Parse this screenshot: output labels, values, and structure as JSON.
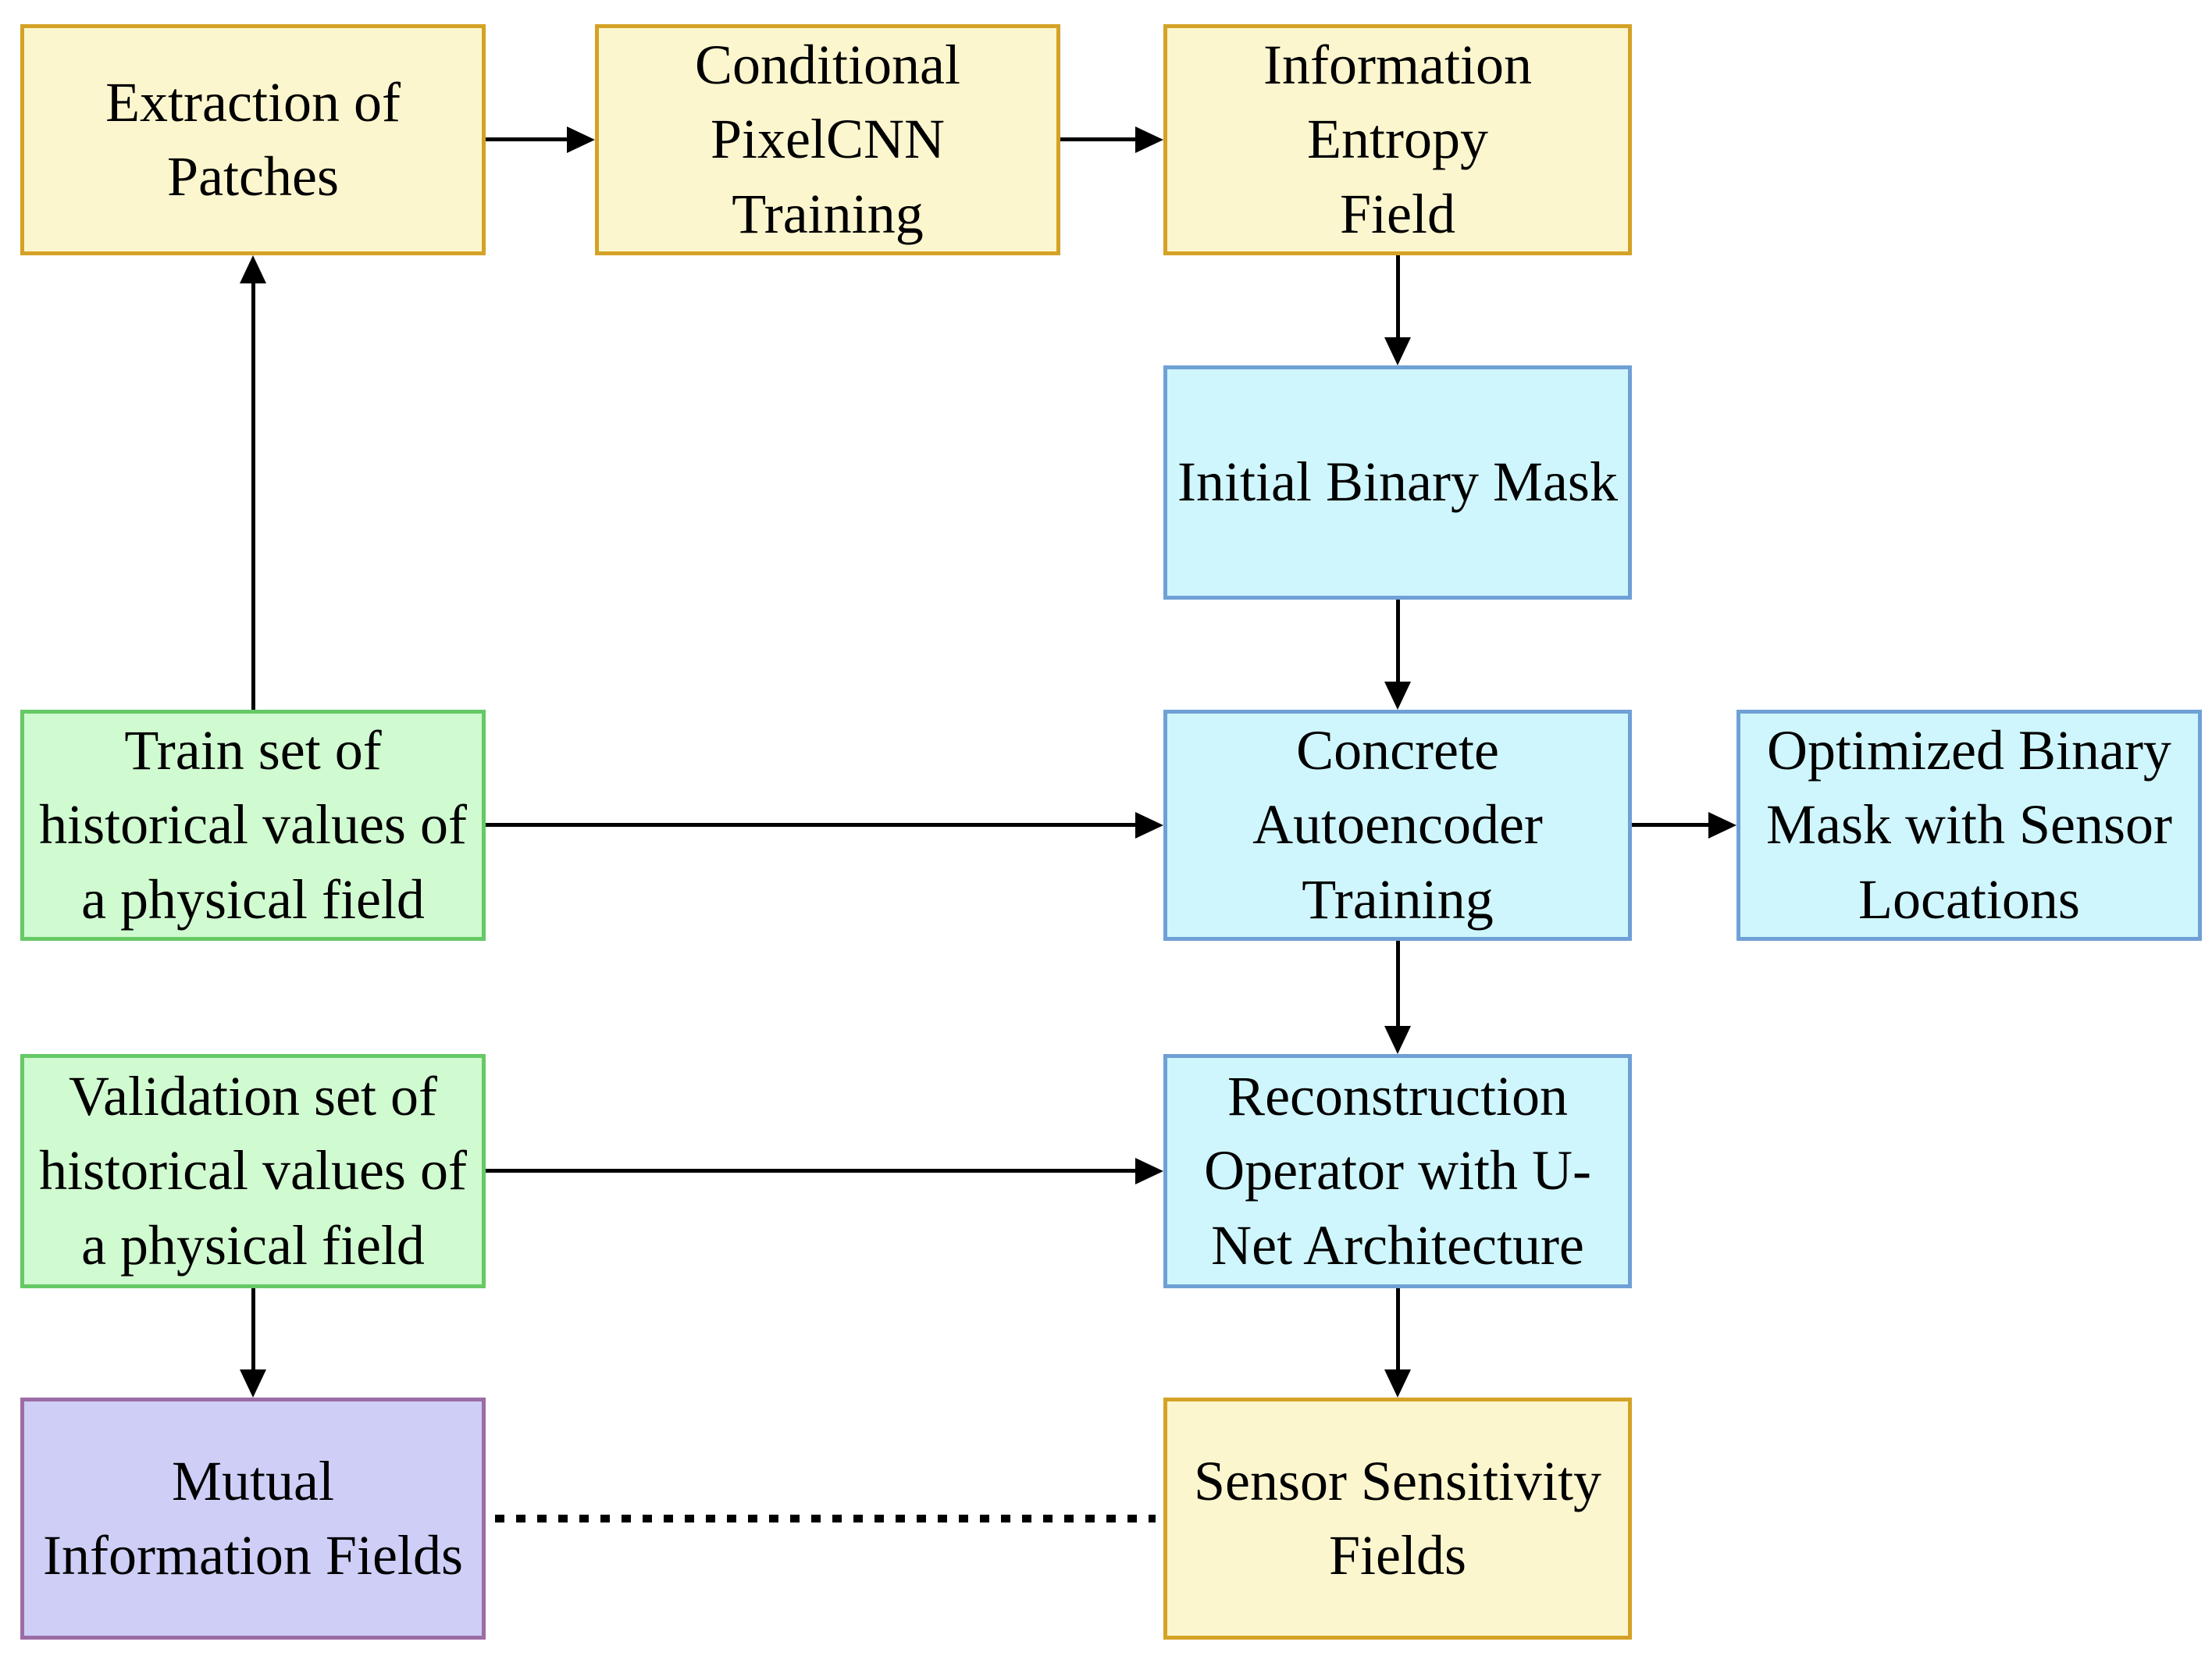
{
  "diagram_title": "",
  "palette": {
    "yellow_fill": "#FCF6CE",
    "yellow_border": "#D4A226",
    "cyan_fill": "#CFF6FC",
    "cyan_border": "#6FA0D6",
    "green_fill": "#D0FAD0",
    "green_border": "#66C966",
    "purple_fill": "#CECEF6",
    "purple_border": "#9B6CA6",
    "line_color": "#000000",
    "background": "#FFFFFF",
    "text_color": "#000000"
  },
  "nodes": {
    "extraction": {
      "label": "Extraction of\nPatches",
      "color": "yellow"
    },
    "pixelcnn": {
      "label": "Conditional\nPixelCNN\nTraining",
      "color": "yellow"
    },
    "entropy": {
      "label": "Information\nEntropy\nField",
      "color": "yellow"
    },
    "initial_mask": {
      "label": "Initial Binary Mask",
      "color": "cyan"
    },
    "train_set": {
      "label": "Train set of\nhistorical values of\na physical field",
      "color": "green"
    },
    "concrete": {
      "label": "Concrete\nAutoencoder\nTraining",
      "color": "cyan"
    },
    "optimized_mask": {
      "label": "Optimized Binary\nMask with Sensor\nLocations",
      "color": "cyan"
    },
    "validation_set": {
      "label": "Validation set of\nhistorical values of\na physical field",
      "color": "green"
    },
    "reconstruction": {
      "label": "Reconstruction\nOperator with U-\nNet Architecture",
      "color": "cyan"
    },
    "mutual_info": {
      "label": "Mutual\nInformation Fields",
      "color": "purple"
    },
    "sensor_sensitivity": {
      "label": "Sensor Sensitivity\nFields",
      "color": "yellow"
    }
  },
  "edges": [
    {
      "from": "extraction",
      "to": "pixelcnn",
      "style": "solid-arrow"
    },
    {
      "from": "pixelcnn",
      "to": "entropy",
      "style": "solid-arrow"
    },
    {
      "from": "entropy",
      "to": "initial_mask",
      "style": "solid-arrow"
    },
    {
      "from": "initial_mask",
      "to": "concrete",
      "style": "solid-arrow"
    },
    {
      "from": "train_set",
      "to": "extraction",
      "style": "solid-arrow"
    },
    {
      "from": "train_set",
      "to": "concrete",
      "style": "solid-arrow"
    },
    {
      "from": "concrete",
      "to": "optimized_mask",
      "style": "solid-arrow"
    },
    {
      "from": "concrete",
      "to": "reconstruction",
      "style": "solid-arrow"
    },
    {
      "from": "validation_set",
      "to": "reconstruction",
      "style": "solid-arrow"
    },
    {
      "from": "validation_set",
      "to": "mutual_info",
      "style": "solid-arrow"
    },
    {
      "from": "reconstruction",
      "to": "sensor_sensitivity",
      "style": "solid-arrow"
    },
    {
      "from": "mutual_info",
      "to": "sensor_sensitivity",
      "style": "dotted-line"
    }
  ]
}
